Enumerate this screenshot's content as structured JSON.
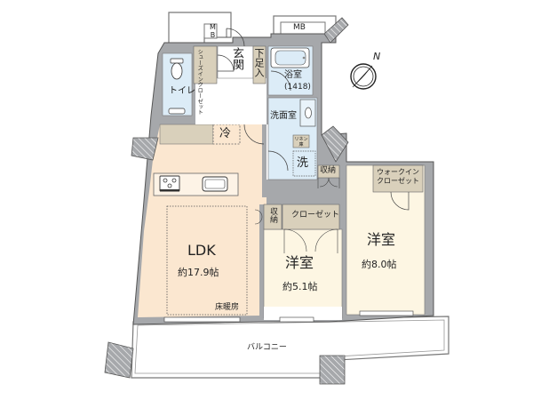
{
  "colors": {
    "wall": "#a6a8ab",
    "wall_stroke": "#555555",
    "ldk_floor": "#fbe7d0",
    "room_floor": "#fdf6e3",
    "wet_floor": "#dcecf7",
    "storage": "#d9d0bb",
    "white": "#ffffff"
  },
  "compass": {
    "label": "N"
  },
  "rooms": {
    "ldk": {
      "name": "LDK",
      "area": "約17.9帖",
      "note": "床暖房"
    },
    "western_room_1": {
      "name": "洋室",
      "area": "約5.1帖"
    },
    "western_room_2": {
      "name": "洋室",
      "area": "約8.0帖"
    },
    "bathroom": {
      "name": "浴室",
      "size": "(1418)"
    },
    "washroom": {
      "name": "洗面室"
    },
    "toilet": {
      "name": "トイレ"
    },
    "entrance": {
      "name": "玄関"
    },
    "shoe_rack": {
      "name": "下足入"
    },
    "shoes_in_closet": {
      "name": "シューズインクローゼット"
    },
    "fridge": {
      "name": "冷"
    },
    "laundry": {
      "name": "洗"
    },
    "linen": {
      "name": "リネン庫"
    },
    "storage_1": {
      "name": "収納"
    },
    "storage_2": {
      "name": "収納"
    },
    "closet": {
      "name": "クローゼット"
    },
    "walk_in_closet": {
      "line1": "ウォークイン",
      "line2": "クローゼット"
    },
    "balcony": {
      "name": "バルコニー"
    },
    "mb_left": {
      "name": "MB"
    },
    "mb_right": {
      "name": "MB"
    }
  }
}
